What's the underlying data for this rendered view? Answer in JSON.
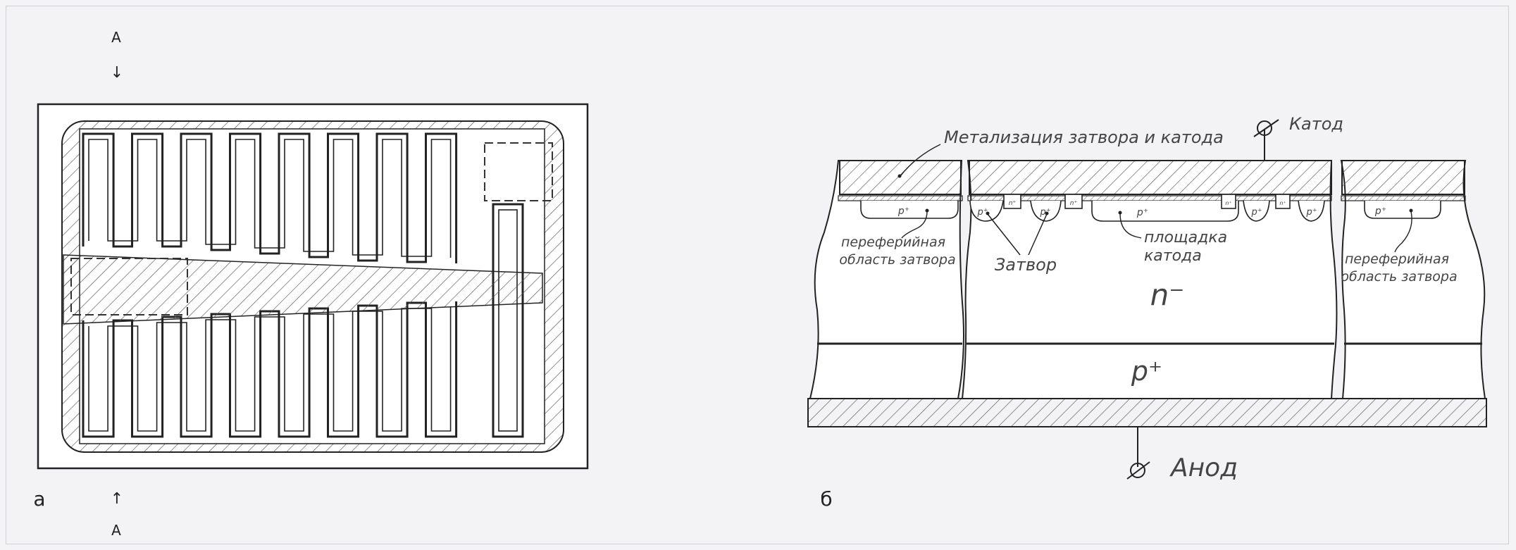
{
  "section_a": {
    "letter": "а",
    "top_cut_label": "A",
    "top_arrow": "↓",
    "bottom_arrow": "↑",
    "bottom_cut_label": "A"
  },
  "section_b": {
    "letter": "б",
    "metallization_label": "Метализация затвора и катода",
    "cathode_label": "Катод",
    "anode_label": "Анод",
    "peripheral_left": [
      "переферийная",
      "область затвора"
    ],
    "peripheral_right": [
      "переферийная",
      "область затвора"
    ],
    "gate_label": "Затвор",
    "cathode_pad": [
      "площадка",
      "катода"
    ],
    "n_minus": "n⁻",
    "p_plus_layer": "p⁺",
    "p_plus_small": "p⁺",
    "n_plus_small": "n⁺"
  },
  "colors": {
    "line": "#222222",
    "hatch": "#555555",
    "label": "#444444",
    "background": "#f3f3f5"
  }
}
